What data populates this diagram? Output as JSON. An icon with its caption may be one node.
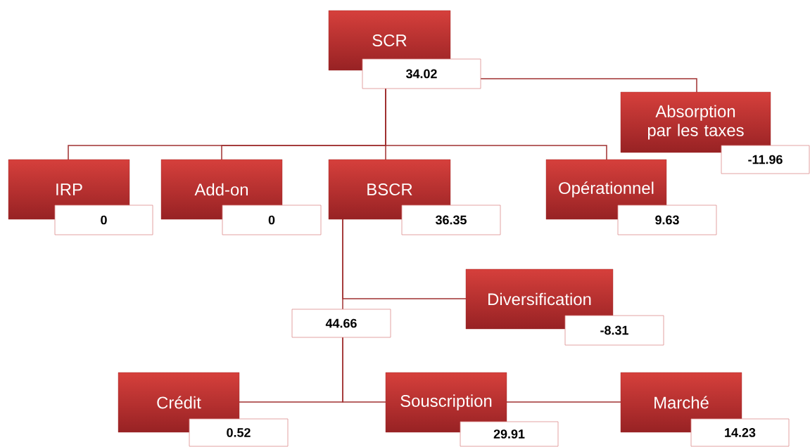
{
  "diagram": {
    "nodes": [
      {
        "text": [
          "SCR"
        ]
      },
      {
        "text": [
          "34.02"
        ]
      },
      {
        "text": [
          "Absorption par les taxes"
        ]
      },
      {
        "text": [
          "-11.96"
        ]
      },
      {
        "text": [
          "IRP"
        ]
      },
      {
        "text": [
          "0"
        ]
      },
      {
        "text": [
          "Add-on"
        ]
      },
      {
        "text": [
          "0"
        ]
      },
      {
        "text": [
          "BSCR"
        ]
      },
      {
        "text": [
          "36.35"
        ]
      },
      {
        "text": [
          "Opérationnel"
        ]
      },
      {
        "text": [
          "9.63"
        ]
      },
      {
        "text": [
          "Diversification"
        ]
      },
      {
        "text": [
          "-8.31"
        ]
      },
      {
        "text": [
          "44.66"
        ]
      },
      {
        "text": [
          "Crédit"
        ]
      },
      {
        "text": [
          "0.52"
        ]
      },
      {
        "text": [
          "Souscription"
        ]
      },
      {
        "text": [
          "29.91"
        ]
      },
      {
        "text": [
          "Marché"
        ]
      },
      {
        "text": [
          "14.23"
        ]
      }
    ],
    "edges": [
      {
        "from": 1,
        "to": 4,
        "arrow": "none"
      },
      {
        "from": 1,
        "to": 6,
        "arrow": "none"
      },
      {
        "from": 1,
        "to": 8,
        "arrow": "none"
      },
      {
        "from": 1,
        "to": 10,
        "arrow": "none"
      },
      {
        "from": 1,
        "to": 2,
        "arrow": "none"
      },
      {
        "from": 8,
        "to": 12,
        "arrow": "none"
      },
      {
        "from": 8,
        "to": 14,
        "arrow": "none"
      },
      {
        "from": 14,
        "to": 15,
        "arrow": "none"
      },
      {
        "from": 14,
        "to": 17,
        "arrow": "none"
      },
      {
        "from": 17,
        "to": 19,
        "arrow": "none"
      }
    ]
  }
}
